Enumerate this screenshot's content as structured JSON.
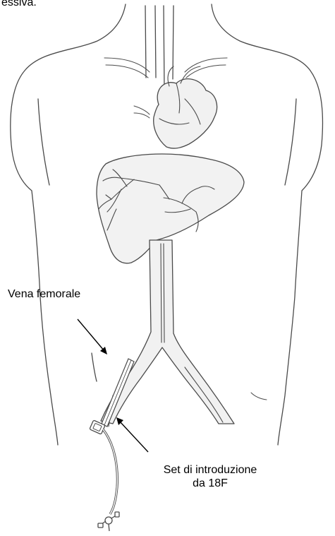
{
  "caption": "essiva.",
  "labels": {
    "femoral_vein": "Vena femorale",
    "introducer_line1": "Set di introduzione",
    "introducer_line2": "da 18F"
  },
  "colors": {
    "outline": "#4a4a4a",
    "organ_fill": "#ededed",
    "vessel_fill": "#f1f1f1",
    "text": "#000000"
  }
}
